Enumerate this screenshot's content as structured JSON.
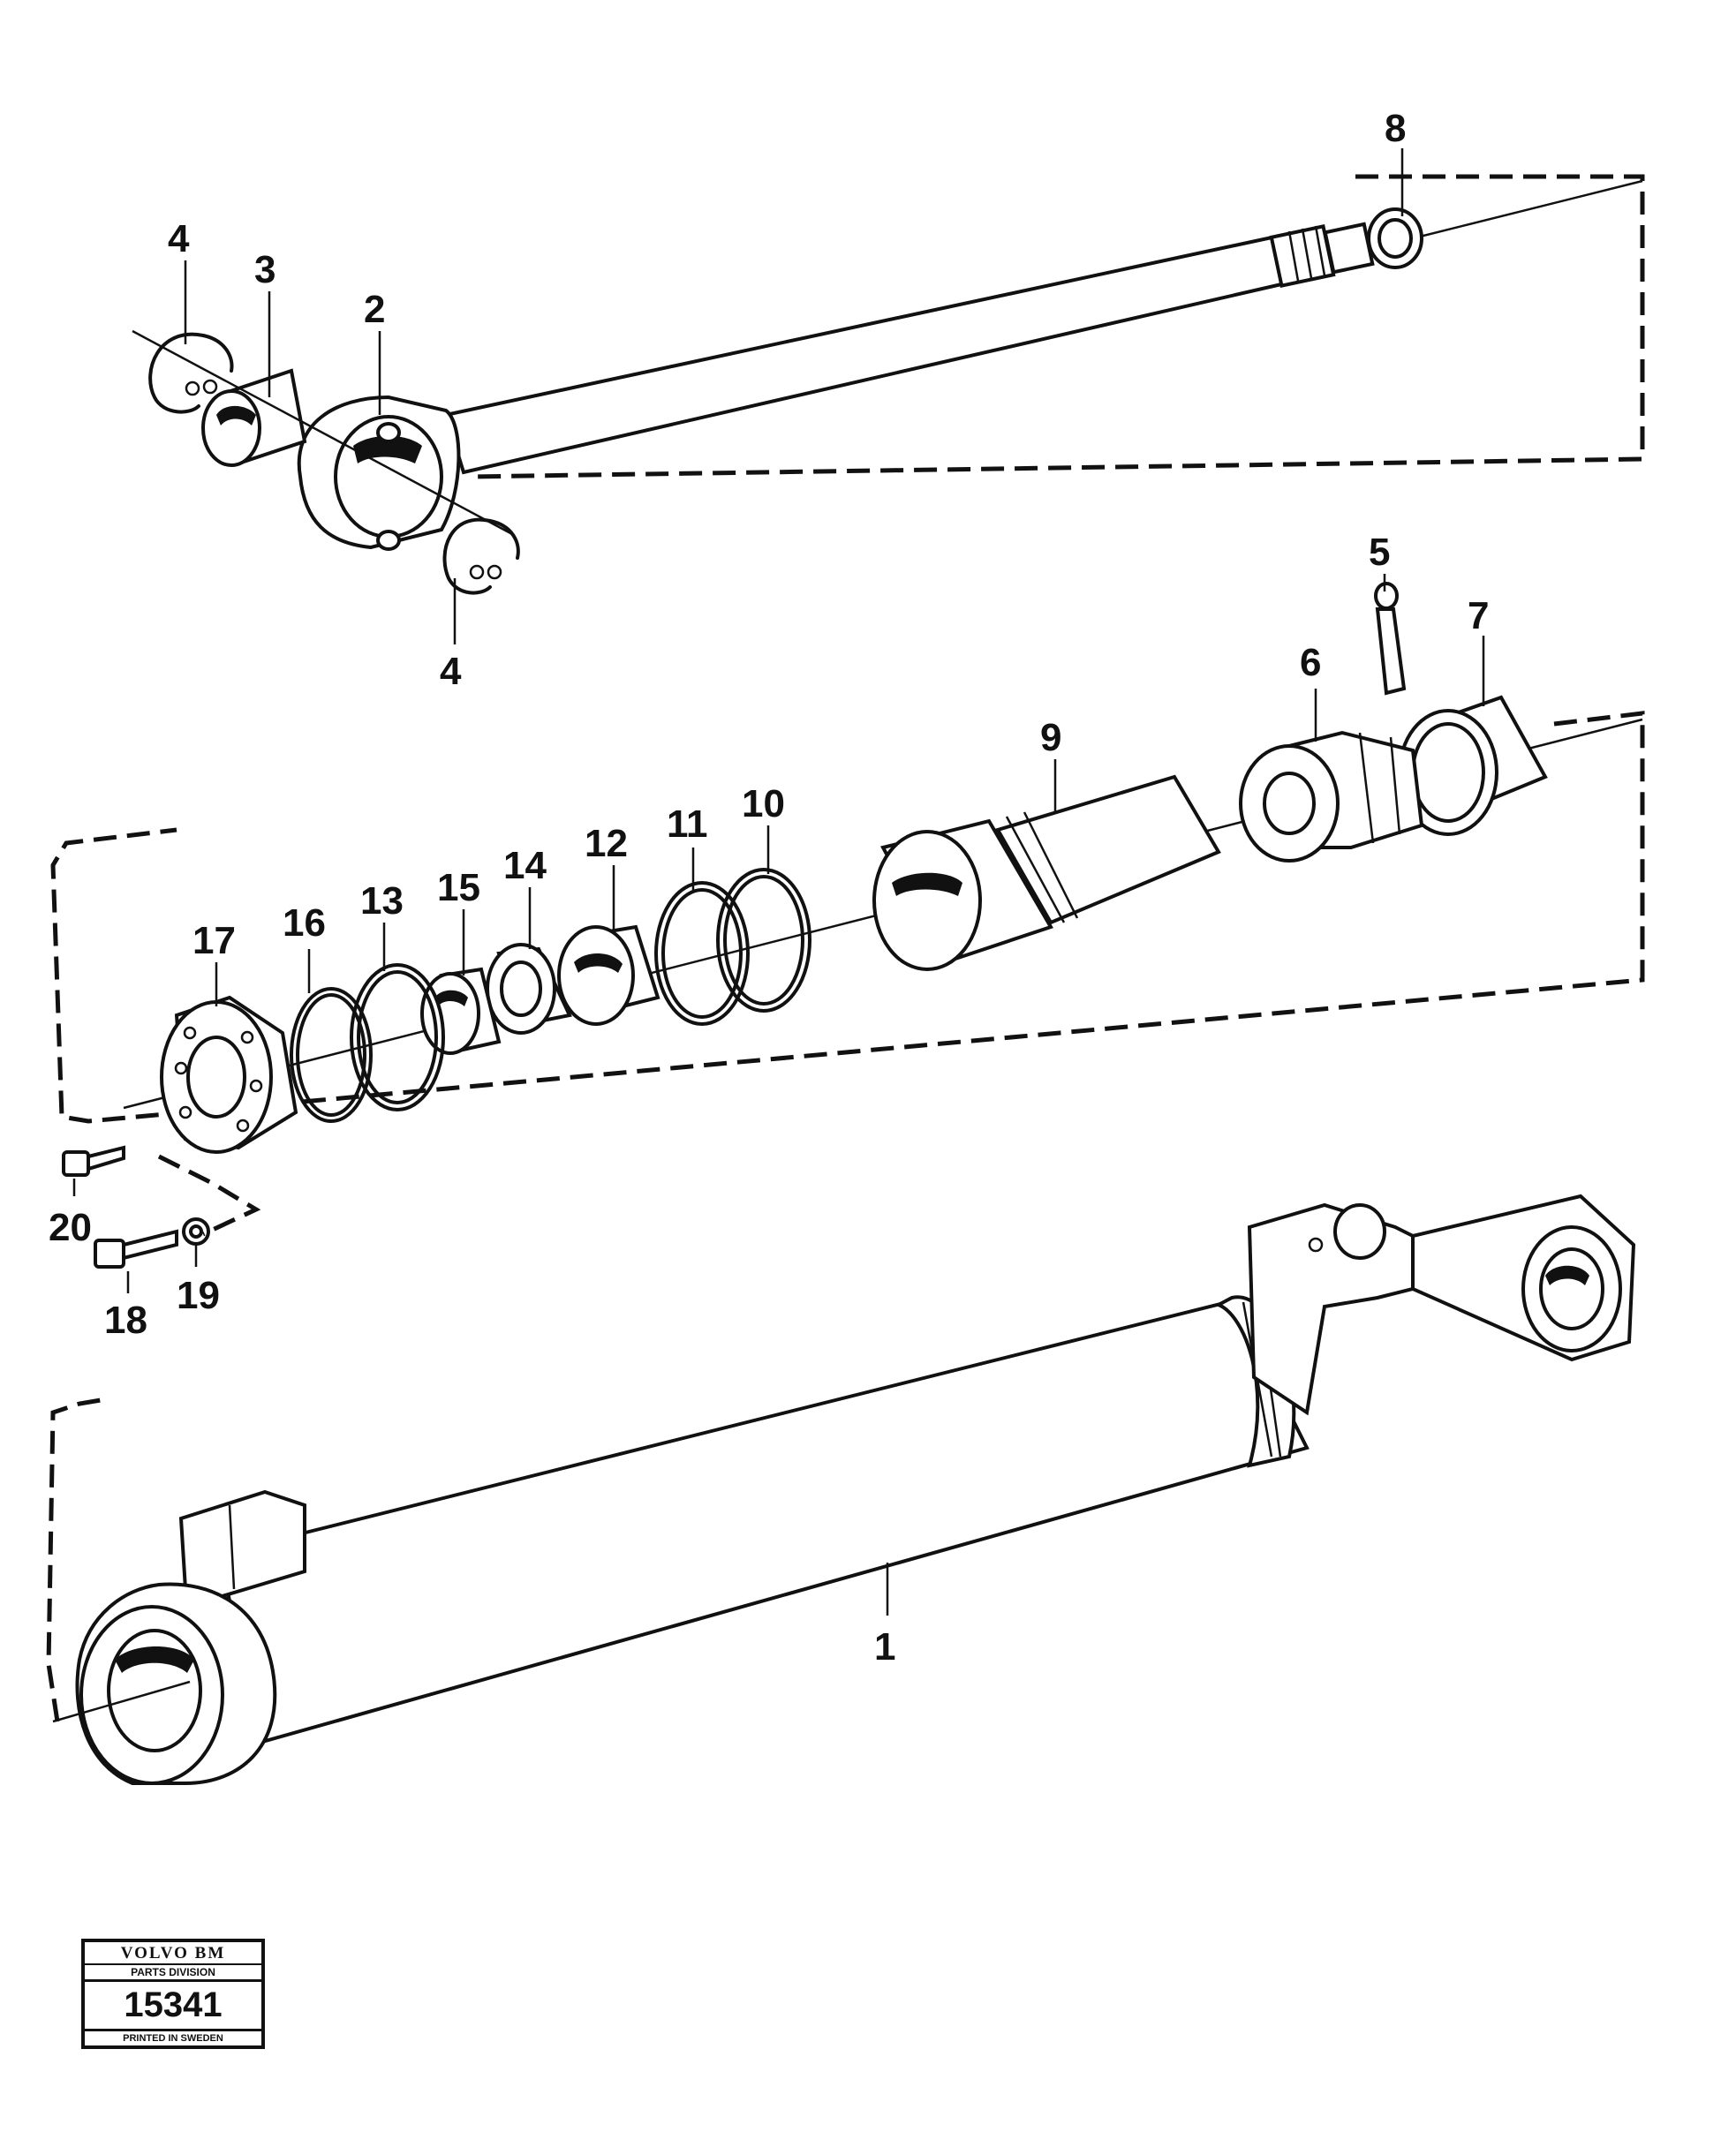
{
  "callouts": {
    "c1": "1",
    "c2": "2",
    "c3": "3",
    "c4a": "4",
    "c4b": "4",
    "c5": "5",
    "c6": "6",
    "c7": "7",
    "c8": "8",
    "c9": "9",
    "c10": "10",
    "c11": "11",
    "c12": "12",
    "c13": "13",
    "c14": "14",
    "c15": "15",
    "c16": "16",
    "c17": "17",
    "c18": "18",
    "c19": "19",
    "c20": "20"
  },
  "stamp": {
    "brand": "VOLVO BM",
    "division": "PARTS DIVISION",
    "number": "15341",
    "footer": "PRINTED IN SWEDEN"
  }
}
